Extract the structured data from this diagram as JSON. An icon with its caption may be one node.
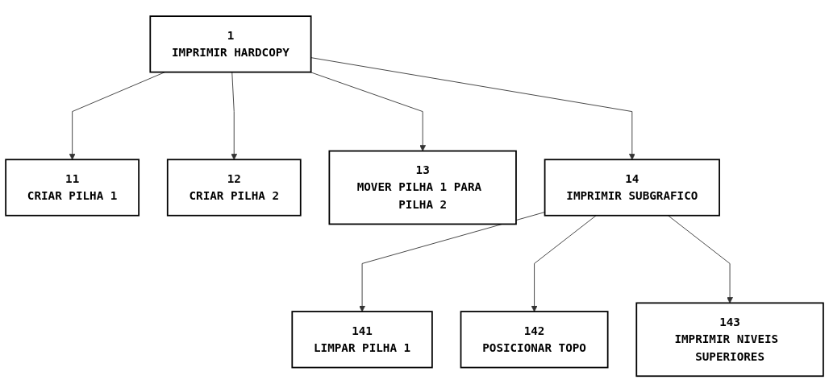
{
  "diagram": {
    "nodes": [
      {
        "text": [
          "1",
          "IMPRIMIR HARDCOPY"
        ]
      },
      {
        "text": [
          "11",
          "CRIAR PILHA 1"
        ]
      },
      {
        "text": [
          "12",
          "CRIAR PILHA 2"
        ]
      },
      {
        "text": [
          "13",
          "MOVER PILHA 1 PARA PILHA 2"
        ]
      },
      {
        "text": [
          "14",
          "IMPRIMIR SUBGRAFICO"
        ]
      },
      {
        "text": [
          "141",
          "LIMPAR PILHA 1"
        ]
      },
      {
        "text": [
          "142",
          "POSICIONAR TOPO"
        ]
      },
      {
        "text": [
          "143",
          "IMPRIMIR NIVEIS SUPERIORES"
        ]
      }
    ],
    "edges": [
      {
        "from": 0,
        "to": 1,
        "arrow": "to"
      },
      {
        "from": 0,
        "to": 2,
        "arrow": "to"
      },
      {
        "from": 0,
        "to": 3,
        "arrow": "to"
      },
      {
        "from": 0,
        "to": 4,
        "arrow": "to"
      },
      {
        "from": 4,
        "to": 5,
        "arrow": "to"
      },
      {
        "from": 4,
        "to": 6,
        "arrow": "to"
      },
      {
        "from": 4,
        "to": 7,
        "arrow": "to"
      }
    ]
  }
}
